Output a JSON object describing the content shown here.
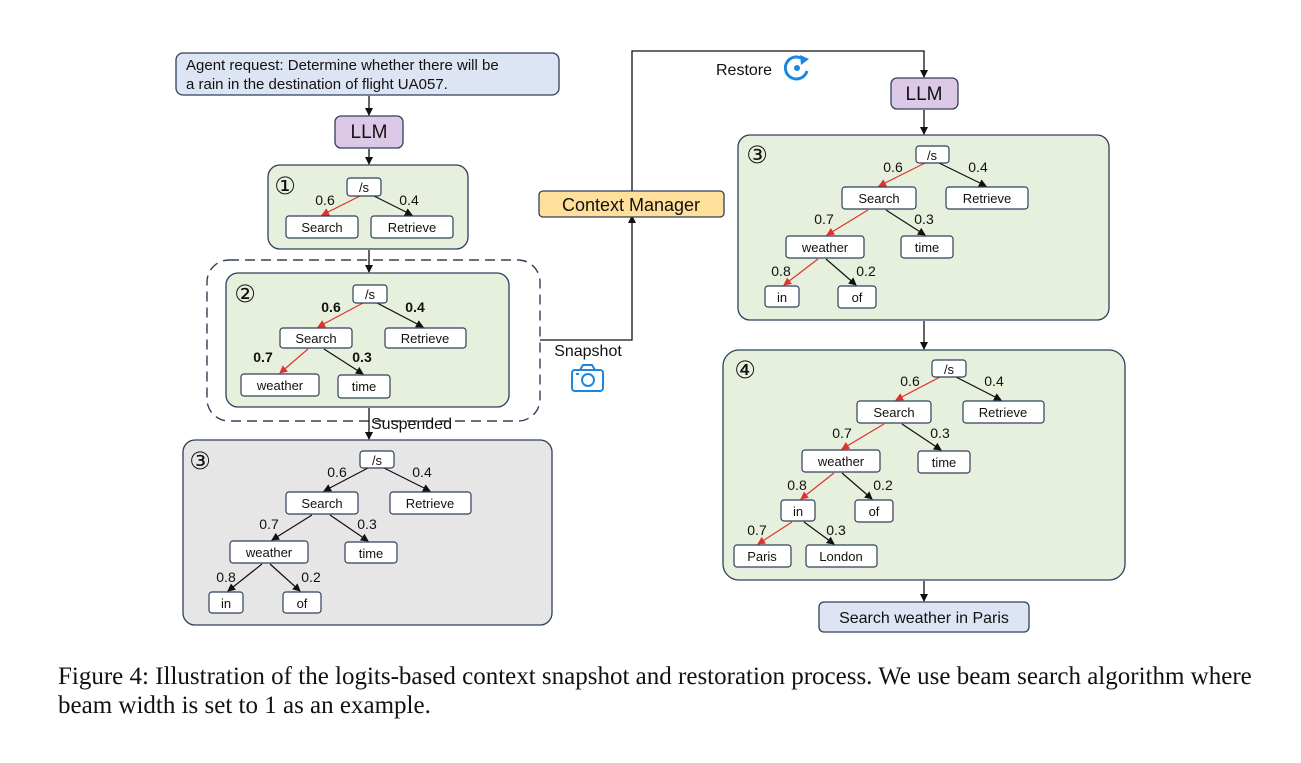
{
  "agent_request": [
    "Agent request: Determine whether there will be",
    "a rain in the destination of flight UA057."
  ],
  "llm_label": "LLM",
  "context_manager": "Context Manager",
  "snapshot_label": "Snapshot",
  "restore_label": "Restore",
  "suspended_label": "Suspended",
  "output_label": "Search weather in Paris",
  "steps": {
    "s1": "①",
    "s2": "②",
    "s3": "③",
    "s4": "④"
  },
  "tokens": {
    "root": "/s",
    "search": "Search",
    "retrieve": "Retrieve",
    "weather": "weather",
    "time": "time",
    "in": "in",
    "of": "of",
    "paris": "Paris",
    "london": "London"
  },
  "probs": {
    "search": "0.6",
    "retrieve": "0.4",
    "weather": "0.7",
    "time": "0.3",
    "in": "0.8",
    "of": "0.2",
    "paris": "0.7",
    "london": "0.3"
  },
  "caption": "Figure 4: Illustration of the logits-based context snapshot and restoration process. We use beam search algorithm where beam width is set to 1 as an example.",
  "colors": {
    "green_panel": "#e6f0dc",
    "gray_panel": "#e6e6e6",
    "blue_box": "#dde5f4",
    "purple_box": "#dcc9e7",
    "yellow_box": "#ffe09b",
    "panel_stroke": "#2e4059",
    "selected_edge": "#e0322f",
    "icon_blue": "#1b87e0"
  }
}
